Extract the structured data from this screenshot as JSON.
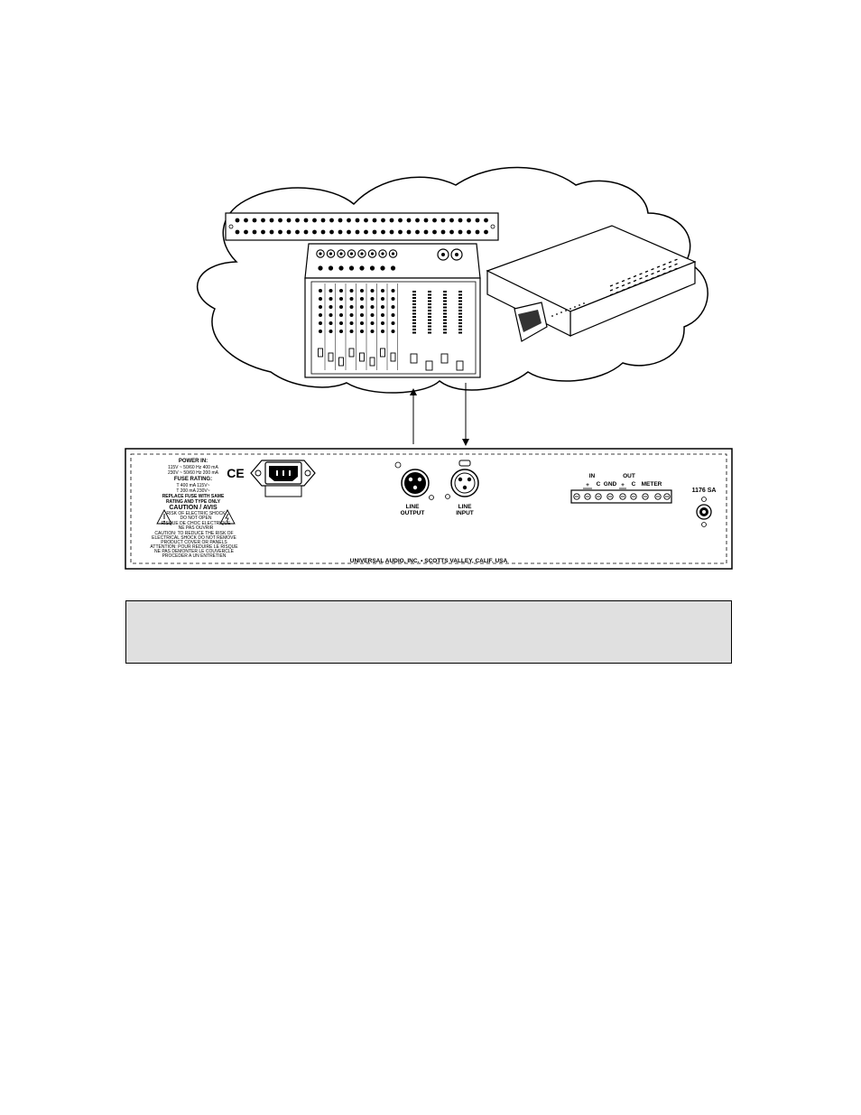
{
  "rear_panel": {
    "power_in_title": "POWER IN:",
    "power_line1": "115V ~ 50/60 Hz 400 mA",
    "power_line2": "230V ~ 50/60 Hz 200 mA",
    "fuse_title": "FUSE RATING:",
    "fuse_line1": "T 400 mA 115V~",
    "fuse_line2": "T 200 mA 230V~",
    "replace_line1": "REPLACE FUSE WITH SAME",
    "replace_line2": "RATING AND TYPE ONLY",
    "ce_mark": "CE",
    "caution_title": "CAUTION / AVIS",
    "warn_line1": "RISK OF ELECTRIC SHOCK",
    "warn_line2": "DO NOT OPEN",
    "warn_line3": "RISQUE DE CHOC ELECTRIQUE",
    "warn_line4": "NE PAS OUVRIR",
    "caution_line1": "CAUTION: TO REDUCE THE RISK OF",
    "caution_line2": "ELECTRICAL SHOCK DO NOT REMOVE",
    "caution_line3": "PRODUCT COVER OR PANELS",
    "attention_line1": "ATTENTION: POUR REDUIRE LE RISQUE",
    "attention_line2": "NE PAS DEMONTER LE COUVERCLE",
    "attention_line3": "PROCEDER A UN ENTRETIEN",
    "line_output_1": "LINE",
    "line_output_2": "OUTPUT",
    "line_input_1": "LINE",
    "line_input_2": "INPUT",
    "terminal_in": "IN",
    "terminal_out": "OUT",
    "terminal_plus_in": "+",
    "terminal_c_in": "C",
    "terminal_gnd": "GND",
    "terminal_plus_out": "+",
    "terminal_c_out": "C",
    "terminal_meter": "METER",
    "model": "1176 SA",
    "manufacturer": "UNIVERSAL AUDIO, INC. • SCOTTS VALLEY, CALIF. USA"
  },
  "caption": {
    "text": ""
  }
}
